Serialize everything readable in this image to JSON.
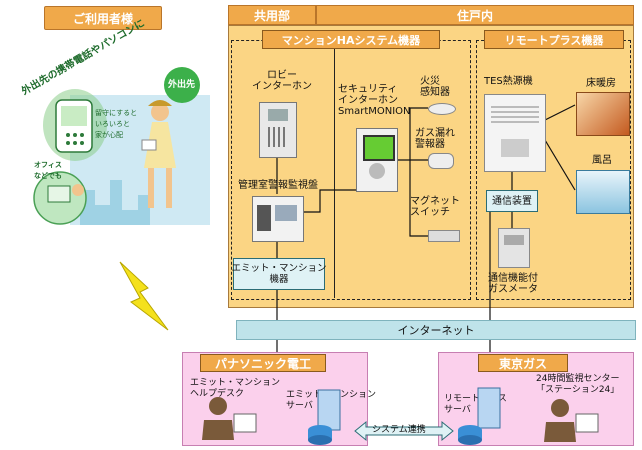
{
  "users": {
    "title": "ご利用者様",
    "phone_caption": "外出先の携帯電話やパソコンに",
    "outing": "外出先",
    "office": "オフィス\nなどでも",
    "speech": "留守にすると\nいろいろと\n家が心配"
  },
  "sections": {
    "shared": "共用部",
    "dwelling": "住戸内",
    "ha_system": "マンションHAシステム機器",
    "remote_plus": "リモートプラス機器"
  },
  "devices": {
    "lobby_intercom": "ロビー\nインターホン",
    "security_intercom": "セキュリティ\nインターホン\nSmartMONION",
    "fire_detector": "火災\n感知器",
    "gas_leak_alarm": "ガス漏れ\n警報器",
    "magnet_switch": "マグネット\nスイッチ",
    "management_monitor": "管理室警報監視盤",
    "emit_device": "エミット・マンション\n機器",
    "tes_heat_source": "TES熱源機",
    "floor_heating": "床暖房",
    "bath": "風呂",
    "comm_device": "通信装置",
    "gas_meter": "通信機能付\nガスメータ"
  },
  "network": {
    "internet": "インターネット",
    "system_link": "システム連携"
  },
  "companies": {
    "panasonic": {
      "name": "パナソニック電工",
      "helpdesk": "エミット・マンション\nヘルプデスク",
      "server": "エミット・マンション\nサーバ"
    },
    "tokyo_gas": {
      "name": "東京ガス",
      "server": "リモートプラス\nサーバ",
      "center": "24時間監視センター\n「ステーション24」"
    }
  },
  "colors": {
    "panel": "#fbd584",
    "header": "#f0a94a",
    "pink": "#fbd0ec",
    "network": "#bfe3ea",
    "lightning": "#f4e11c"
  }
}
